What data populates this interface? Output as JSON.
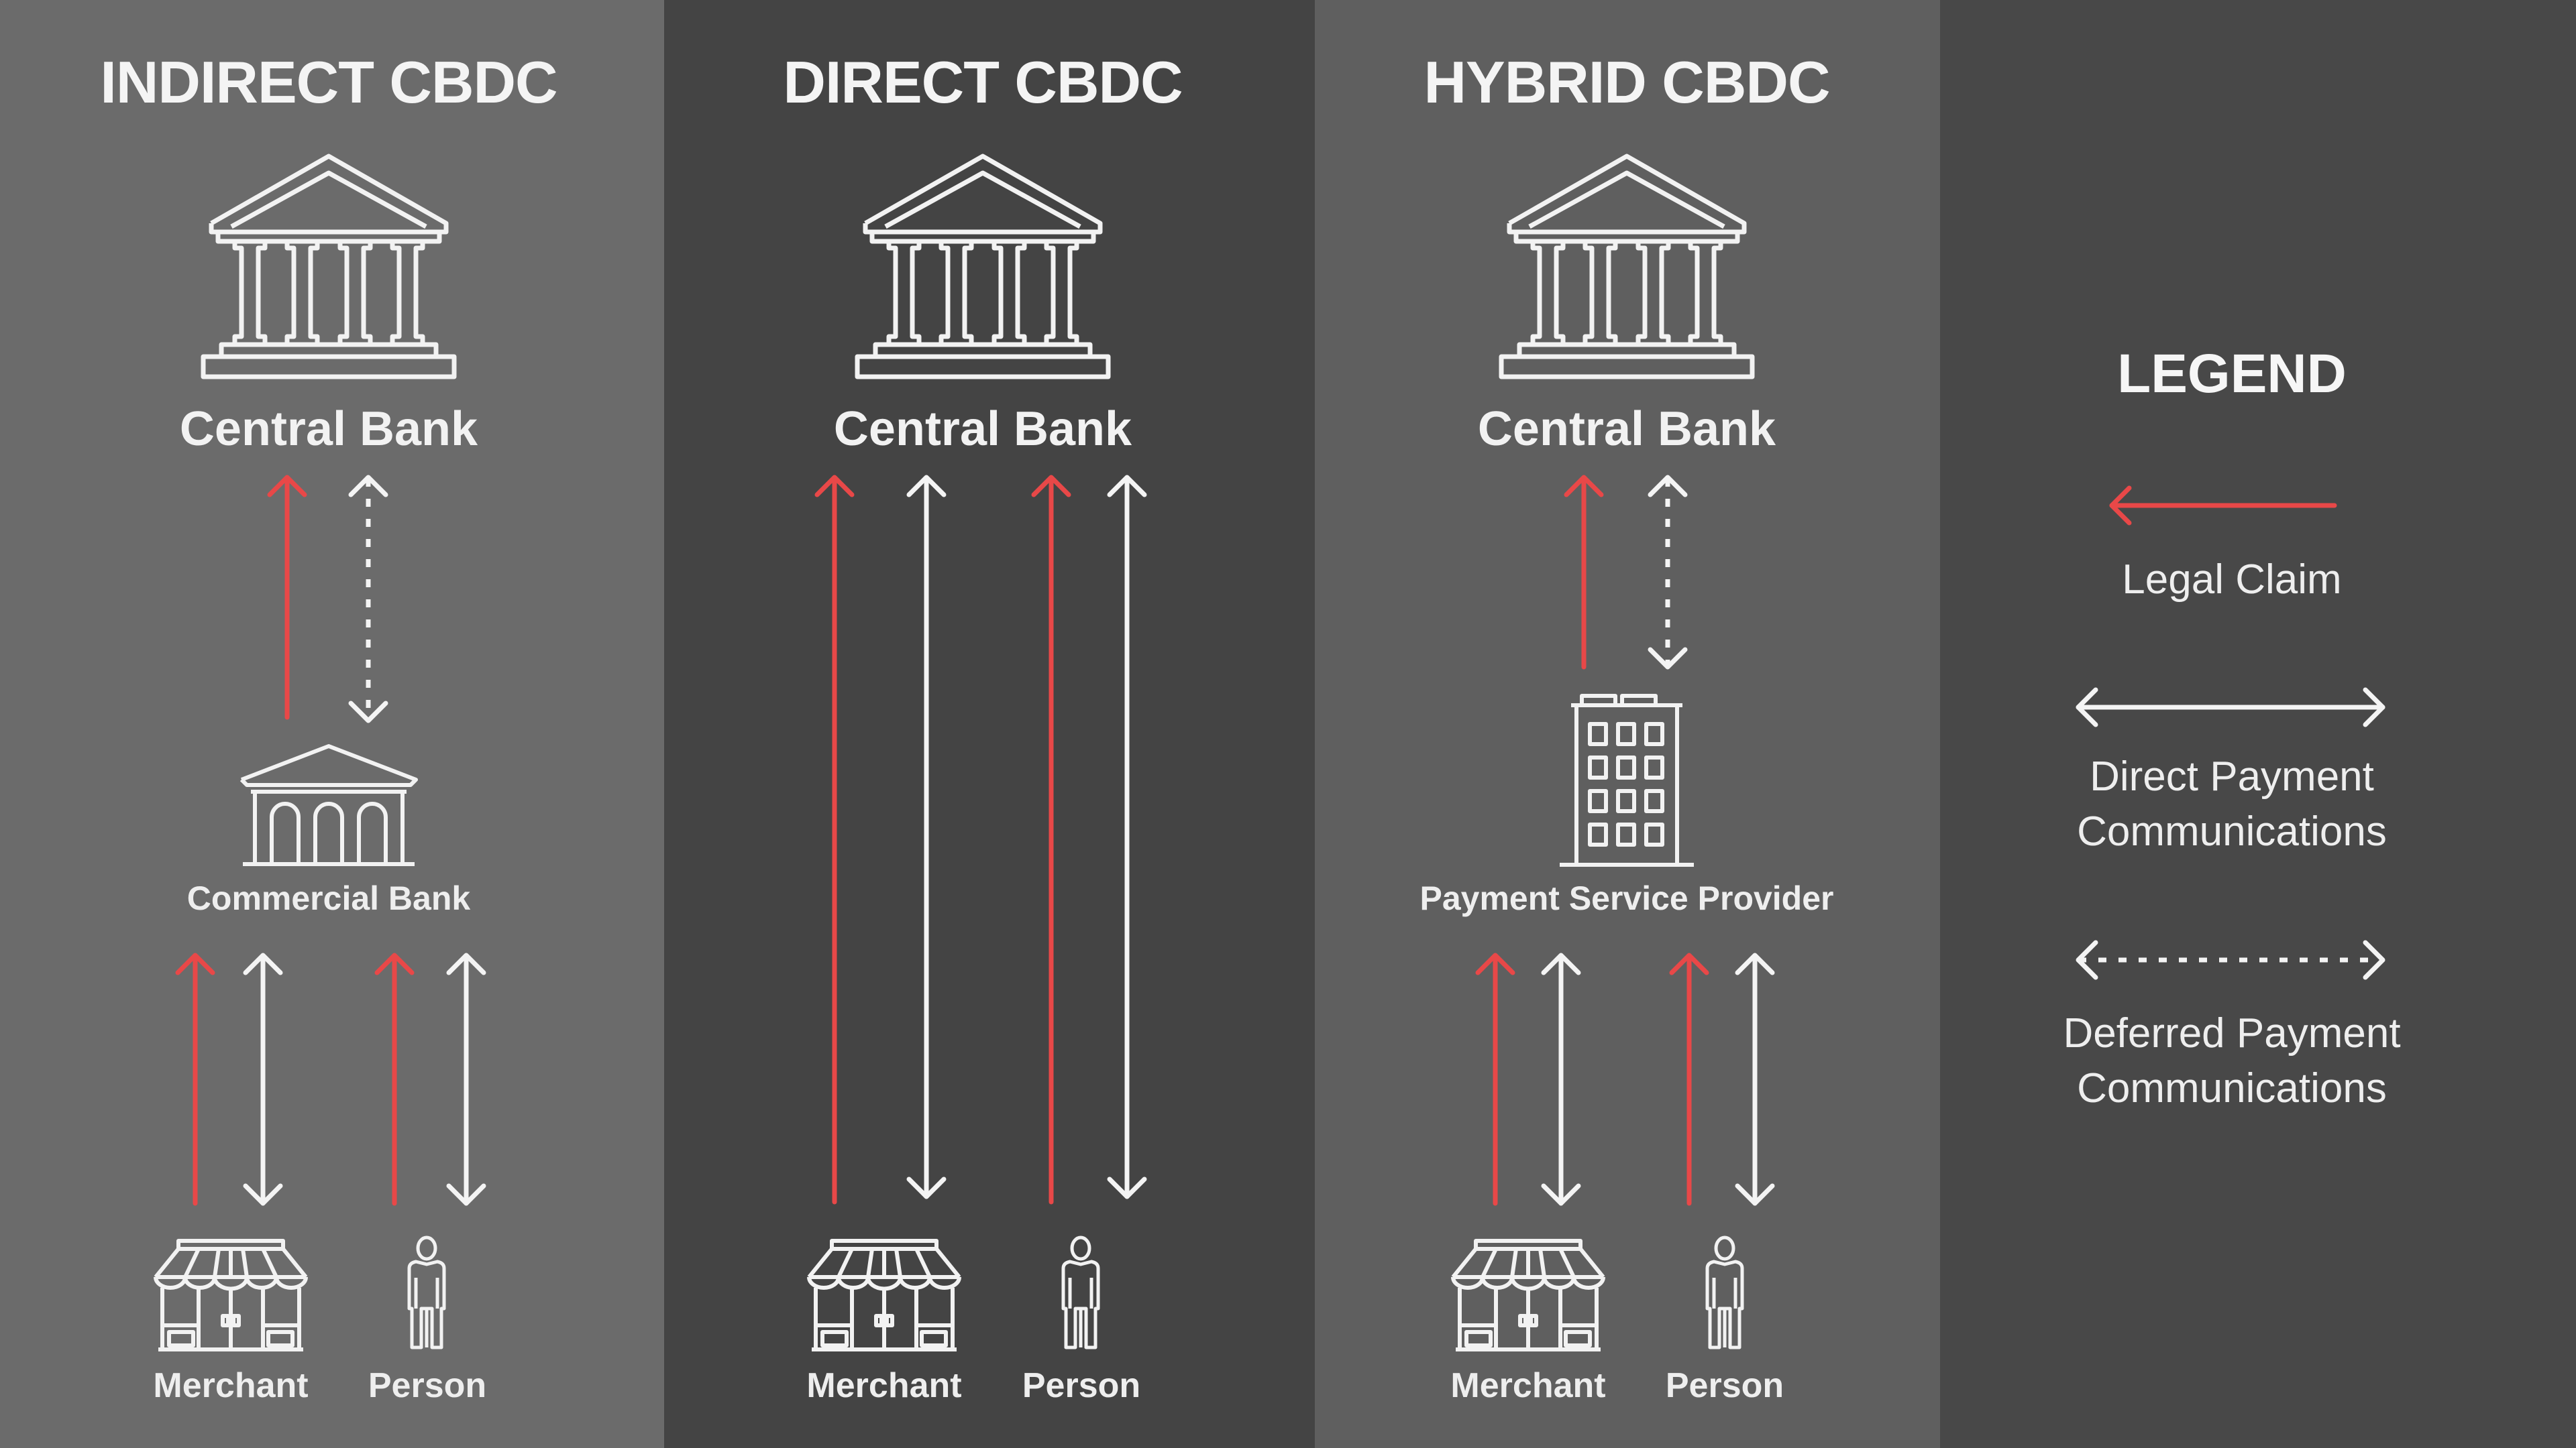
{
  "colors": {
    "legal_claim": "#e84848",
    "direct_payment": "#f4f4f4",
    "deferred_payment": "#f4f4f4",
    "panel_indirect": "#6b6b6b",
    "panel_direct": "#444444",
    "panel_hybrid": "#5f5f5f",
    "panel_legend": "#484848"
  },
  "panels": {
    "indirect": {
      "title": "INDIRECT CBDC",
      "top_node": {
        "label": "Central Bank",
        "icon": "central-bank-icon"
      },
      "intermediary": {
        "label": "Commercial Bank",
        "icon": "commercial-bank-icon"
      },
      "leaves": [
        {
          "label": "Merchant",
          "icon": "storefront-icon"
        },
        {
          "label": "Person",
          "icon": "person-icon"
        }
      ],
      "links": [
        {
          "from": "Commercial Bank",
          "to": "Central Bank",
          "type": "legal-claim"
        },
        {
          "from": "Commercial Bank",
          "to": "Central Bank",
          "type": "deferred-payment"
        },
        {
          "from": "Merchant",
          "to": "Commercial Bank",
          "type": "legal-claim"
        },
        {
          "from": "Merchant",
          "to": "Commercial Bank",
          "type": "direct-payment"
        },
        {
          "from": "Person",
          "to": "Commercial Bank",
          "type": "legal-claim"
        },
        {
          "from": "Person",
          "to": "Commercial Bank",
          "type": "direct-payment"
        }
      ]
    },
    "direct": {
      "title": "DIRECT CBDC",
      "top_node": {
        "label": "Central Bank",
        "icon": "central-bank-icon"
      },
      "leaves": [
        {
          "label": "Merchant",
          "icon": "storefront-icon"
        },
        {
          "label": "Person",
          "icon": "person-icon"
        }
      ],
      "links": [
        {
          "from": "Merchant",
          "to": "Central Bank",
          "type": "legal-claim"
        },
        {
          "from": "Merchant",
          "to": "Central Bank",
          "type": "direct-payment"
        },
        {
          "from": "Person",
          "to": "Central Bank",
          "type": "legal-claim"
        },
        {
          "from": "Person",
          "to": "Central Bank",
          "type": "direct-payment"
        }
      ]
    },
    "hybrid": {
      "title": "HYBRID CBDC",
      "top_node": {
        "label": "Central Bank",
        "icon": "central-bank-icon"
      },
      "intermediary": {
        "label": "Payment Service Provider",
        "icon": "office-building-icon"
      },
      "leaves": [
        {
          "label": "Merchant",
          "icon": "storefront-icon"
        },
        {
          "label": "Person",
          "icon": "person-icon"
        }
      ],
      "links": [
        {
          "from": "Payment Service Provider",
          "to": "Central Bank",
          "type": "legal-claim"
        },
        {
          "from": "Payment Service Provider",
          "to": "Central Bank",
          "type": "deferred-payment"
        },
        {
          "from": "Merchant",
          "to": "Central Bank",
          "type": "legal-claim"
        },
        {
          "from": "Merchant",
          "to": "Payment Service Provider",
          "type": "direct-payment"
        },
        {
          "from": "Person",
          "to": "Central Bank",
          "type": "legal-claim"
        },
        {
          "from": "Person",
          "to": "Payment Service Provider",
          "type": "direct-payment"
        }
      ]
    }
  },
  "legend": {
    "title": "LEGEND",
    "items": [
      {
        "type": "legal-claim",
        "label": "Legal Claim",
        "line1": "Legal Claim",
        "line2": ""
      },
      {
        "type": "direct-payment",
        "label": "Direct Payment Communications",
        "line1": "Direct Payment",
        "line2": "Communications"
      },
      {
        "type": "deferred-payment",
        "label": "Deferred Payment Communications",
        "line1": "Deferred Payment",
        "line2": "Communications"
      }
    ]
  }
}
